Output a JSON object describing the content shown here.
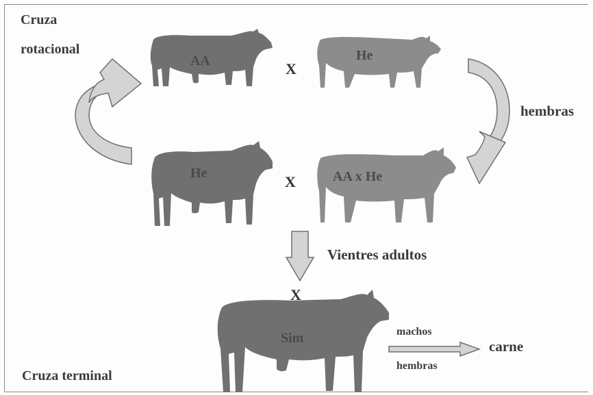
{
  "labels": {
    "rotational_line1": "Cruza",
    "rotational_line2": "rotacional",
    "terminal": "Cruza terminal",
    "hembras_side": "hembras",
    "vientres": "Vientres adultos",
    "machos": "machos",
    "hembras_bottom": "hembras",
    "carne": "carne"
  },
  "crosses": {
    "top": "X",
    "middle": "X",
    "bottom": "X"
  },
  "cows": {
    "top_left": "AA",
    "top_right": "He",
    "mid_left": "He",
    "mid_right": "AA x He",
    "bottom": "Sim"
  },
  "colors": {
    "bull": "#707070",
    "cow": "#8c8c8c",
    "arrow_fill": "#d4d4d4",
    "arrow_stroke": "#6f6f6f"
  }
}
